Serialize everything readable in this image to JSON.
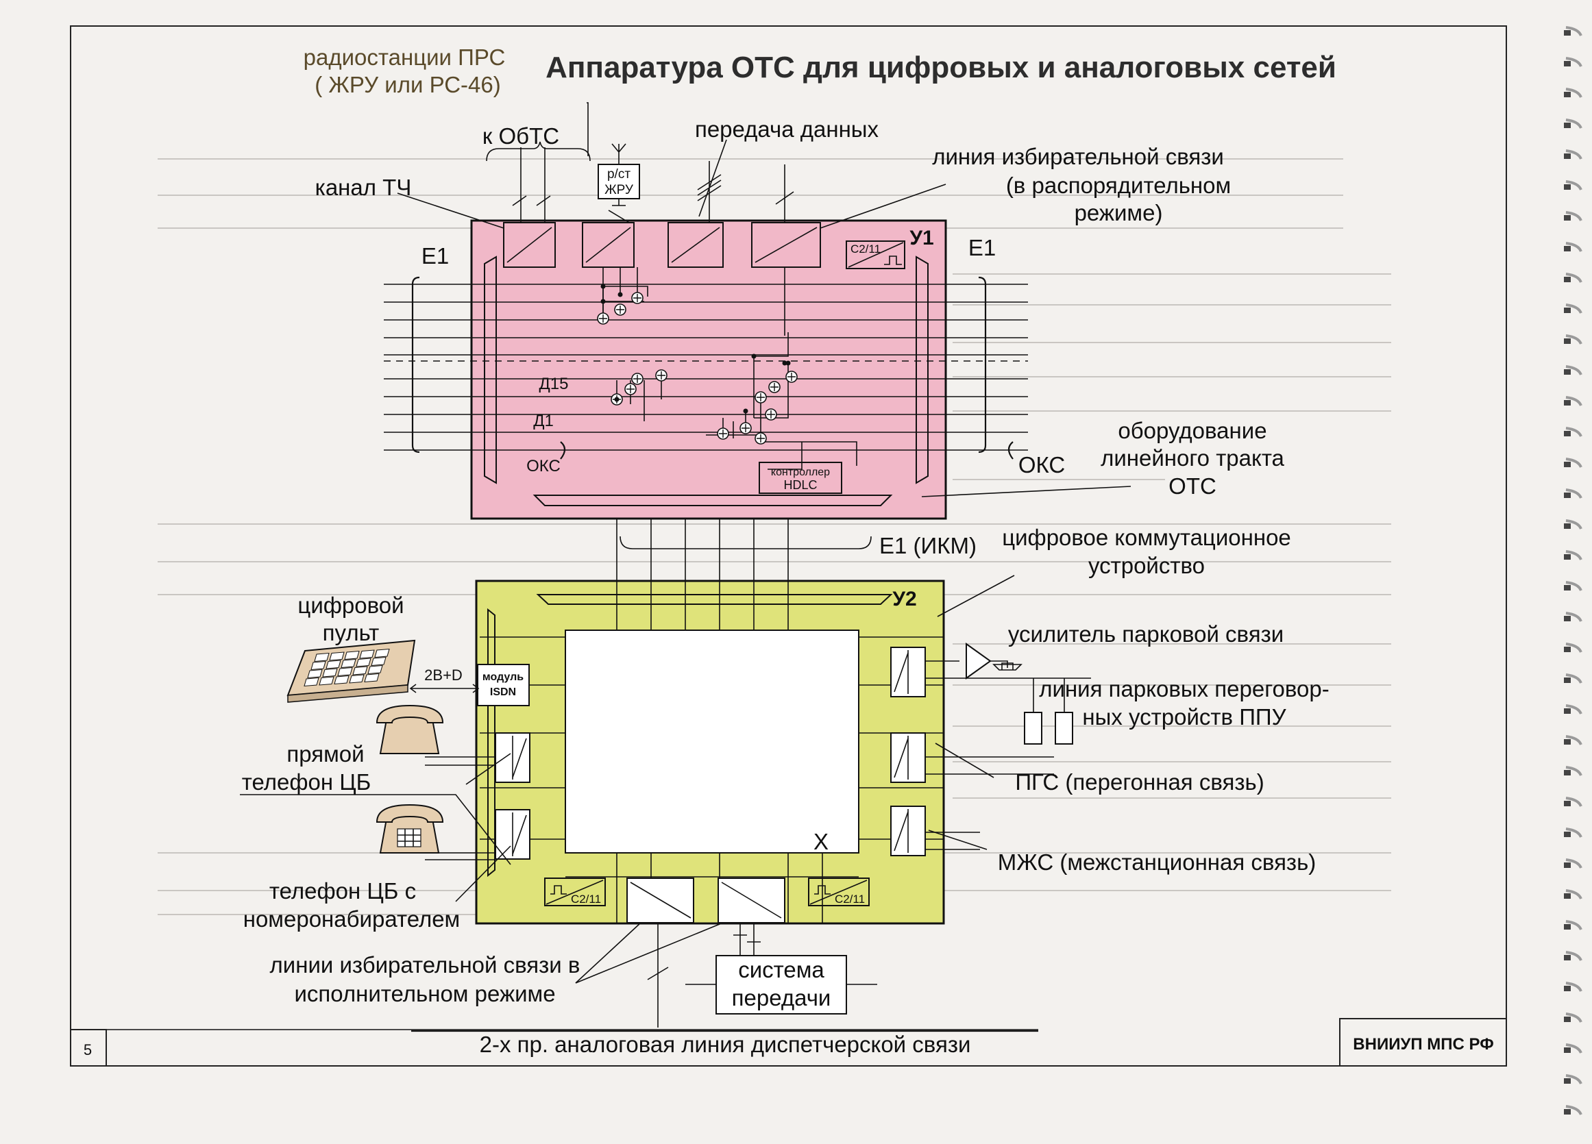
{
  "title": "Аппаратура ОТС для цифровых и аналоговых сетей",
  "page_number": "5",
  "footer_org": "ВНИИУП МПС РФ",
  "bottom_line_label": "2-х пр. аналоговая линия диспетчерской связи",
  "u1": {
    "name": "У1",
    "e1_left": "Е1",
    "e1_right": "Е1",
    "d15": "Д15",
    "d1": "Д1",
    "oks_left": "ОКС",
    "oks_right": "ОКС",
    "hdlc_line1": "контроллер",
    "hdlc_line2": "HDLC",
    "c211": "С2/11",
    "rst_line1": "р/ст",
    "rst_line2": "ЖРУ"
  },
  "u2": {
    "name": "У2",
    "x_mark": "X",
    "isdn_line1": "модуль",
    "isdn_line2": "ISDN",
    "c211_left": "С2/11",
    "c211_right": "С2/11",
    "system_line1": "система",
    "system_line2": "передачи",
    "bus_label": "2B+D"
  },
  "labels": {
    "radio_line1": "радиостанции ПРС",
    "radio_line2": "( ЖРУ или РС-46)",
    "k_obts": "к ОбТС",
    "data": "передача данных",
    "selective_line1": "линия избирательной связи",
    "selective_line2": "(в распорядительном",
    "selective_line3": "режиме)",
    "channel_tch": "канал ТЧ",
    "equip_line1": "оборудование",
    "equip_line2": "линейного тракта",
    "equip_line3": "ОТС",
    "e1_ikm": "Е1 (ИКМ)",
    "digital_switch_line1": "цифровое коммутационное",
    "digital_switch_line2": "устройство",
    "digital_panel_line1": "цифровой",
    "digital_panel_line2": "пульт",
    "park_amp": "усилитель парковой связи",
    "park_line1": "линия парковых переговор-",
    "park_line2": "ных устройств ППУ",
    "direct_phone_line1": "прямой",
    "direct_phone_line2": "телефон ЦБ",
    "pgs": "ПГС (перегонная связь)",
    "mzhs": "МЖС (межстанционная связь)",
    "dial_phone_line1": "телефон ЦБ с",
    "dial_phone_line2": "номеронабирателем",
    "exec_line1": "линии избирательной связи в",
    "exec_line2": "исполнительном режиме"
  },
  "colors": {
    "u1_fill": "#f1b8c8",
    "u2_fill": "#dfe37a",
    "device_fill": "#e6cfb0"
  }
}
